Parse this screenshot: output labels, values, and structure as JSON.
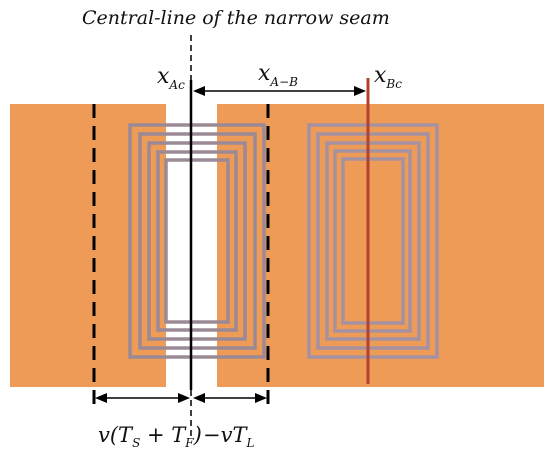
{
  "diagram": {
    "title": "Central-line of the narrow seam",
    "label_xAc": {
      "main": "x",
      "sub": "Ac"
    },
    "label_xAB": {
      "main": "x",
      "sub": "A−B"
    },
    "label_xBc": {
      "main": "x",
      "sub": "Bc"
    },
    "formula_left": "v(T",
    "formula_left_s": "S",
    "formula_left_plus": " + T",
    "formula_left_f": "F",
    "formula_left_close": ")",
    "formula_right": "−vT",
    "formula_right_l": "L",
    "colors": {
      "plate": "#EE9B58",
      "coil": "#9B8A96",
      "center_line_b": "#B0422E",
      "ink": "#000000"
    }
  }
}
